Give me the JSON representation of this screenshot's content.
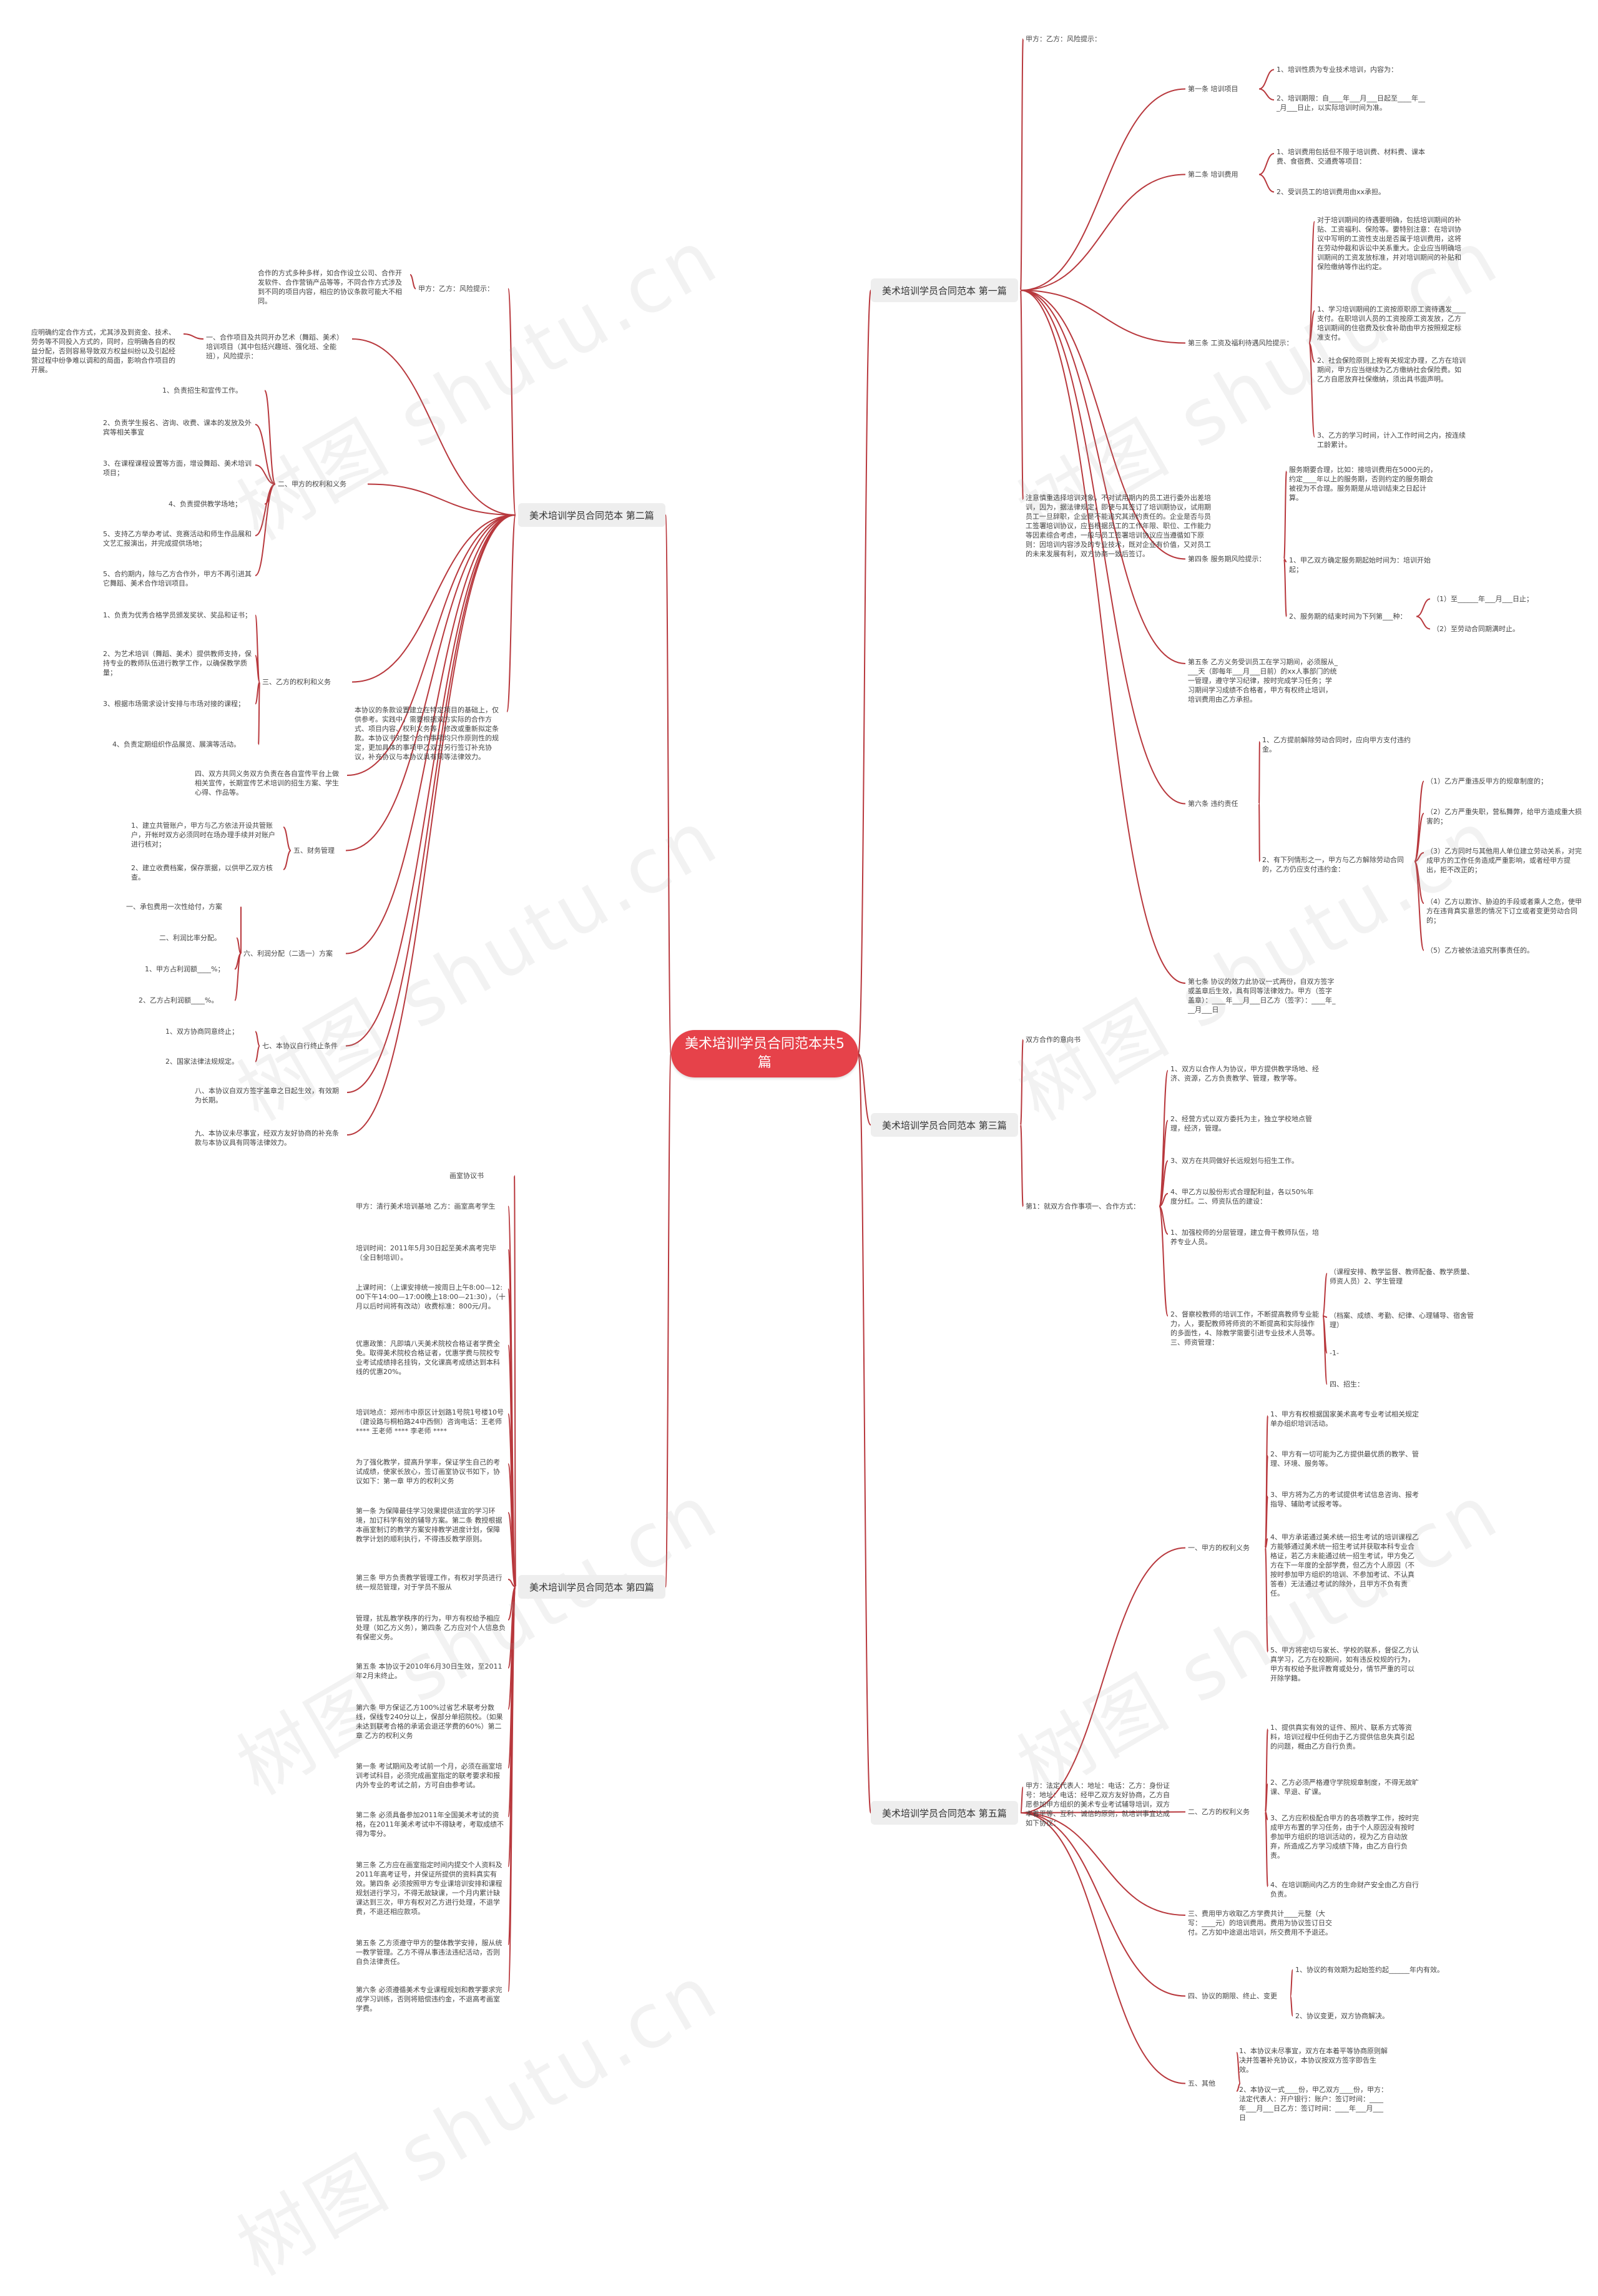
{
  "watermark": "树图 shutu.cn",
  "colors": {
    "root": "#e6424a",
    "line": "#b8383d",
    "branch_bg": "#eeeeee"
  },
  "root": {
    "title": "美术培训学员合同范本共5篇"
  },
  "branches": {
    "b1": {
      "label": "美术培训学员合同范本 第一篇",
      "intro": "甲方：乙方：风险提示：",
      "notice": "注意慎重选择培训对象。不对试用期内的员工进行委外出差培训，因为，据法律规定，即使与其签订了培训期协议，试用期员工一旦辞职，企业是不能追究其违约责任的。企业是否与员工签署培训协议，应当根据员工的工作年限、职位、工作能力等因素综合考虑，一般与员工签署培训协议应当遵循如下原则：因培训内容涉及的专业技术，既对企业有价值，又对员工的未来发展有利，双方协商一致后签订。",
      "a1": "第一条 培训项目",
      "a1_1": "1、培训性质为专业技术培训，内容为：",
      "a1_2": "2、培训期限：自____年___月___日起至____年___月___日止，以实际培训时间为准。",
      "a2": "第二条 培训费用",
      "a2_1": "1、培训费用包括但不限于培训费、材料费、课本费、食宿费、交通费等项目：",
      "a2_2": "2、受训员工的培训费用由xx承担。",
      "a3": "第三条 工资及福利待遇风险提示：",
      "a3_1": "对于培训期间的待遇要明确，包括培训期间的补贴、工资福利、保险等。要特别注意：在培训协议中写明的工资性支出是否属于培训费用，这将在劳动仲裁和诉讼中关系重大。企业应当明确培训期间的工资发放标准，并对培训期间的补贴和保险缴纳等作出约定。",
      "a3_2": "1、学习培训期间的工资按原职原工资待遇发____支付。在职培训人员的工资按原工资发放，乙方培训期间的住宿费及伙食补助由甲方按照规定标准支付。",
      "a3_3": "2、社会保险原则上按有关规定办理，乙方在培训期间，甲方应当继续为乙方缴纳社会保险费。如乙方自愿放弃社保缴纳，须出具书面声明。",
      "a3_4": "3、乙方的学习时间，计入工作时间之内，按连续工龄累计。",
      "a4": "第四条 服务期风险提示：",
      "a4_1": "服务期要合理，比如：接培训费用在5000元的，约定____年以上的服务期，否则约定的服务期会被视为不合理。服务期是从培训结束之日起计算。",
      "a4_2": "1、甲乙双方确定服务期起始时间为：培训开始起；",
      "a4_3": "2、服务期的结束时间为下列第___种：",
      "a4_3a": "（1）至______年___月___日止；",
      "a4_3b": "（2）至劳动合同期满时止。",
      "a5": "第五条 乙方义务受训员工在学习期间，必须服从____天（即每年___月___日前）的xx人事部门的统一管理，遵守学习纪律，按时完成学习任务；学习期间学习成绩不合格者，甲方有权终止培训，培训费用由乙方承担。",
      "a6": "第六条 违约责任",
      "a6_1": "1、乙方提前解除劳动合同时，应向甲方支付违约金。",
      "a6_2": "2、有下列情形之一，甲方与乙方解除劳动合同的，乙方仍应支付违约金：",
      "a6_2a": "（1）乙方严重违反甲方的规章制度的；",
      "a6_2b": "（2）乙方严重失职，营私舞弊，给甲方造成重大损害的；",
      "a6_2c": "（3）乙方同时与其他用人单位建立劳动关系，对完成甲方的工作任务造成严重影响，或者经甲方提出，拒不改正的；",
      "a6_2d": "（4）乙方以欺诈、胁迫的手段或者乘人之危，使甲方在违背真实意思的情况下订立或者变更劳动合同的；",
      "a6_2e": "（5）乙方被依法追究刑事责任的。",
      "a7": "第七条 协议的效力此协议一式两份，自双方签字或盖章后生效，具有同等法律效力。甲方（签字盖章）：____年___月___日乙方（签字）：____年___月___日"
    },
    "b2": {
      "label": "美术培训学员合同范本 第二篇",
      "intro": "甲方：乙方：风险提示：",
      "intro_text": "合作的方式多种多样，如合作设立公司、合作开发软件、合作营销产品等等，不同合作方式涉及到不同的项目内容，相应的协议条款可能大不相同。",
      "s1": "一、合作项目及共同开办艺术（舞蹈、美术）培训项目（其中包括兴趣班、强化班、全能班），风险提示：",
      "s1_text": "应明确约定合作方式，尤其涉及到资金、技术、劳务等不同投入方式的，同时，应明确各自的权益分配，否则容易导致双方权益纠纷以及引起经营过程中纷争难以调和的局面，影响合作项目的开展。",
      "s2": "二、甲方的权利和义务",
      "s2_1": "1、负责招生和宣传工作。",
      "s2_2": "2、负责学生报名、咨询、收费、课本的发放及外宾等相关事宜",
      "s2_3": "3、在课程课程设置等方面，增设舞蹈、美术培训项目；",
      "s2_4": "4、负责提供教学场地；",
      "s2_5": "5、支持乙方举办考试、竞赛活动和师生作品展和文艺汇报演出，并完成提供场地；",
      "s2_6": "5、合约期内，除与乙方合作外，甲方不再引进其它舞蹈、美术合作培训项目。",
      "s3": "三、乙方的权利和义务",
      "s3_1": "1、负责为优秀合格学员颁发奖状、奖品和证书；",
      "s3_2": "2、为艺术培训（舞蹈、美术）提供教师支持，保持专业的教师队伍进行教学工作，以确保教学质量；",
      "s3_3": "3、根据市场需求设计安排与市场对接的课程；",
      "s3_4": "4、负责定期组织作品展览、展演等活动。",
      "s4": "四、双方共同义务双方负责在各自宣传平台上做相关宣传，长期宣传艺术培训的招生方案、学生心得、作品等。",
      "s5": "五、财务管理",
      "s5_1": "1、建立共管账户，甲方与乙方依法开设共管账户，开帐时双方必须同时在场办理手续并对账户进行核对；",
      "s5_2": "2、建立收费档案，保存票据，以供甲乙双方核查。",
      "s6": "六、利润分配（二选一）方案",
      "s6_1": "一、承包费用一次性给付，方案",
      "s6_2": "二、利润比率分配。",
      "s6_3": "1、甲方占利润额____%；",
      "s6_4": "2、乙方占利润额____%。",
      "s7": "七、本协议自行终止条件",
      "s7_1": "1、双方协商同意终止；",
      "s7_2": "2、国家法律法规规定。",
      "s8": "八、本协议自双方签字盖章之日起生效，有效期为长期。",
      "s9": "九、本协议未尽事宜，经双方友好协商的补充条款与本协议具有同等法律效力。",
      "notice": "本协议的条款设置建立在特定项目的基础上，仅供参考。实践中，需要根据双方实际的合作方式、项目内容、权利义务等，修改或重新拟定条款。本协议书对整个合作事项均只作原则性的规定，更加具体的事项甲乙双方另行签订补充协议，补充协议与本协议具有同等法律效力。"
    },
    "b3": {
      "label": "美术培训学员合同范本 第三篇",
      "intro": "双方合作的意向书",
      "sub": "第1：就双方合作事项一、合作方式：",
      "c1": "1、双方以合作人为协议，甲方提供教学场地、经济、资源，乙方负责教学、管理，教学等。",
      "c2": "2、经营方式以双方委托为主，独立学校地点管理，经济，管理。",
      "c3": "3、双方在共同做好长远规划与招生工作。",
      "c4": "4、甲乙方以股份形式合理配利益，各以50%年度分红。二、师资队伍的建设：",
      "c5": "1、加强校师的分层管理，建立骨干教师队伍，培养专业人员。",
      "c6": "2、督察校教师的培训工作，不断提高教师专业能力，人，要配教师将师资的不断提高和实际操作的多面性，4、除教学需要引进专业技术人员等。三、师资管理：",
      "c6_1": "（课程安排、教学监督、教师配备、教学质量、师资人员）2、学生管理",
      "c6_2": "（档案、成绩、考勤、纪律、心理辅导、宿舍管理）",
      "c6_3": "-1-",
      "c6_4": "四、招生："
    },
    "b4": {
      "label": "美术培训学员合同范本 第四篇",
      "p0": "画室协议书",
      "p1": "甲方：清行美术培训基地 乙方：画室高考学生",
      "p2": "培训时间：2011年5月30日起至美术高考完毕（全日制培训）。",
      "p3": "上课时间：（上课安排统一按周日上午8:00—12:00下午14:00—17:00晚上18:00—21:30），（十月以后时间将有改动）收费标准：800元/月。",
      "p4": "优惠政策：凡即填八天美术院校合格证者学费全免。取得美术院校合格证者，优惠学费与院校专业考试成绩排名挂钩，文化课高考成绩达到本科线的优惠20%。",
      "p5": "培训地点：郑州市中原区计划路1号院1号楼10号（建设路与桐柏路24中西侧）咨询电话：王老师 **** 王老师 **** 李老师 ****",
      "p6": "为了强化教学，提高升学率，保证学生自己的考试成绩，使家长放心，签订画室协议书如下，协议如下：第一章 甲方的权利义务",
      "p7": "第一条 为保障最佳学习效果提供适宜的学习环境，加订科学有效的辅导方案。第二条 教授根据本画室制订的教学方案安排教学进度计划，保障教学计划的顺利执行，不得违反教学原则。",
      "p8": "第三条 甲方负责教学管理工作，有权对学员进行统一规范管理，对于学员不服从",
      "p9": "管理，扰乱教学秩序的行为，甲方有权给予相应处理（如乙方义务），第四条 乙方应对个人信息负有保密义务。",
      "p10": "第五条 本协议于2010年6月30日生效，至2011年2月末终止。",
      "p11": "第六条 甲方保证乙方100%过省艺术联考分数线，保线专240分以上，保部分单招院校。（如果未达到联考合格的承诺会退还学费的60%）第二章 乙方的权利义务",
      "p12": "第一条 考试期间及考试前一个月，必须在画室培训考试科目，必须完成画室指定的联考要求和报内外专业的考试之前，方可自由参考试。",
      "p13": "第二条 必须具备参加2011年全国美术考试的资格，在2011年美术考试中不得缺考，考取成绩不得为零分。",
      "p14": "第三条 乙方应在画室指定时间内提交个人资料及2011年高考证号，并保证所提供的资料真实有效。第四条 必须按照甲方专业课培训安排和课程规划进行学习，不得无故缺课，一个月内累计缺课达到三次，甲方有权对乙方进行处理，不退学费，不退还相应款项。",
      "p15": "第五条 乙方须遵守甲方的整体教学安排，服从统一教学管理。乙方不得从事违法违纪活动，否则自负法律责任。",
      "p16": "第六条 必须遵循美术专业课程规划和教学要求完成学习训练，否则将赔偿违约金，不退高考画室学费。"
    },
    "b5": {
      "label": "美术培训学员合同范本 第五篇",
      "intro": "甲方：法定代表人：地址：电话：乙方：身份证号：地址：电话：经甲乙双方友好协商，乙方自愿参加甲方组织的美术专业考试辅导培训，双方本着平等、互利、诚信的原则，就培训事宜达成如下协议：",
      "e1": "一、甲方的权利义务",
      "e1_1": "1、甲方有权根据国家美术高考专业考试相关规定单办组织培训活动。",
      "e1_2": "2、甲方有一切可能为乙方提供最优质的教学、管理、环境、服务等。",
      "e1_3": "3、甲方将为乙方的考试提供考试信息咨询、报考指导、辅助考试报考等。",
      "e1_4": "4、甲方承诺通过美术统一招生考试的培训课程乙方能够通过美术统一招生考试并获取本科专业合格证，若乙方未能通过统一招生考试，甲方免乙方在下一年度的全部学费，但乙方个人原因（不按时参加甲方组织的培训、不参加考试、不认真答卷）无法通过考试的除外，且甲方不负有责任。",
      "e1_5": "5、甲方将密切与家长、学校的联系，督促乙方认真学习，乙方在校期间，如有违反校规的行为，甲方有权给予批评教育或处分，情节严重的可以开除学籍。",
      "e2": "二、乙方的权利义务",
      "e2_1": "1、提供真实有效的证件、照片、联系方式等资料，培训过程中任何由于乙方提供信息失真引起的问题，概由乙方自行负责。",
      "e2_2": "2、乙方必须严格遵守学院规章制度，不得无故旷课、早退、矿课。",
      "e2_3": "3、乙方应积极配合甲方的各项教学工作，按时完成甲方布置的学习任务，由于个人原因没有按时参加甲方组织的培训活动的，视为乙方自动放弃，所造成乙方学习成绩下降，由乙方自行负责。",
      "e2_4": "4、在培训期间内乙方的生命财产安全由乙方自行负责。",
      "e3": "三、费用甲方收取乙方学费共计____元整（大写：____元）的培训费用。费用为协议签订日交付。乙方如中途退出培训，所交费用不予退还。",
      "e4": "四、协议的期限、终止、变更",
      "e4_1": "1、协议的有效期为起始签约起______年内有效。",
      "e4_2": "2、协议变更，双方协商解决。",
      "e5": "五、其他",
      "e5_1": "1、本协议未尽事宜，双方在本着平等协商原则解决并签署补充协议，本协议按双方签字即告生效。",
      "e5_2": "2、本协议一式____份，甲乙双方____份，甲方：法定代表人：开户银行：账户：签订时间：____年___月___日乙方：签订时间：____年___月___日"
    }
  }
}
